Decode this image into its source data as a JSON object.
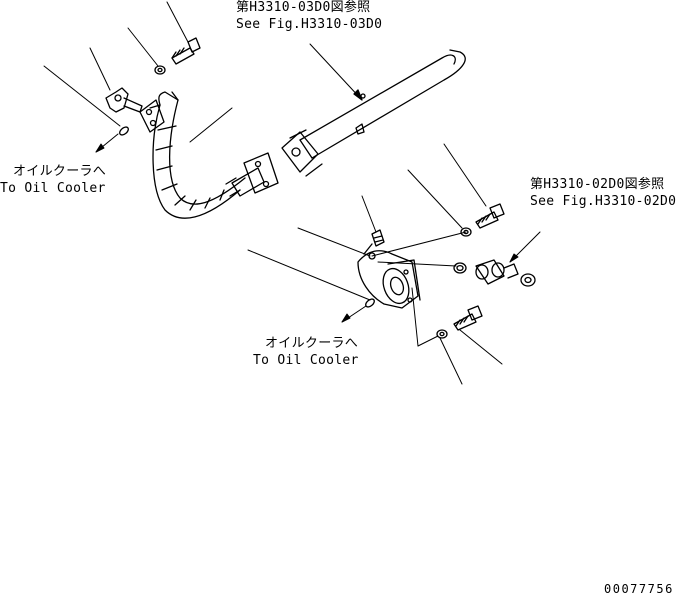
{
  "labels": {
    "ref_top_jp": "第H3310-03D0図参照",
    "ref_top_en": "See Fig.H3310-03D0",
    "ref_right_jp": "第H3310-02D0図参照",
    "ref_right_en": "See Fig.H3310-02D0",
    "cooler_left_jp": "オイルクーラへ",
    "cooler_left_en": "To Oil Cooler",
    "cooler_center_jp": "オイルクーラへ",
    "cooler_center_en": "To Oil Cooler",
    "drawing_number": "00077756"
  },
  "colors": {
    "line": "#000000",
    "background": "#ffffff"
  }
}
